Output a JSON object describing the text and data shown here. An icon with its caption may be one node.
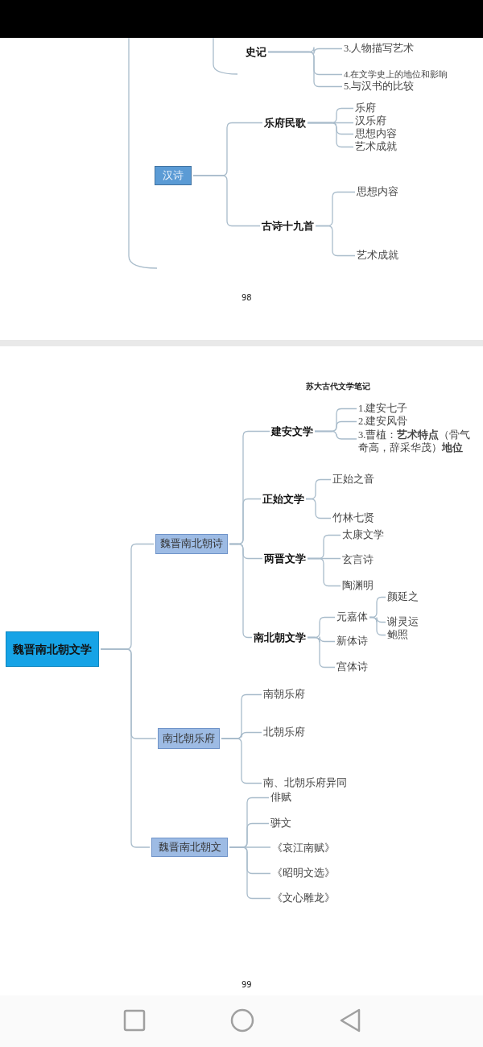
{
  "diagram": {
    "nodes": [
      {
        "text": [
          "史记"
        ]
      },
      {
        "text": [
          "3.人物描写艺术"
        ]
      },
      {
        "text": [
          "4.在文学史上的地位和影响"
        ]
      },
      {
        "text": [
          "5.与汉书的比较"
        ]
      },
      {
        "text": [
          "汉诗"
        ]
      },
      {
        "text": [
          "乐府民歌"
        ]
      },
      {
        "text": [
          "乐府"
        ]
      },
      {
        "text": [
          "汉乐府"
        ]
      },
      {
        "text": [
          "思想内容"
        ]
      },
      {
        "text": [
          "艺术成就"
        ]
      },
      {
        "text": [
          "古诗十九首"
        ]
      },
      {
        "text": [
          "思想内容"
        ]
      },
      {
        "text": [
          "艺术成就"
        ]
      },
      {
        "text": [
          "魏晋南北朝文学"
        ]
      },
      {
        "text": [
          "魏晋南北朝诗"
        ]
      },
      {
        "text": [
          "建安文学"
        ]
      },
      {
        "text": [
          "1.建安七子"
        ]
      },
      {
        "text": [
          "2.建安风骨"
        ]
      },
      {
        "text": [
          "3.曹植：**艺术特点**（骨气奇高，辞采华茂）**地位**"
        ]
      },
      {
        "text": [
          "正始文学"
        ]
      },
      {
        "text": [
          "正始之音"
        ]
      },
      {
        "text": [
          "竹林七贤"
        ]
      },
      {
        "text": [
          "两晋文学"
        ]
      },
      {
        "text": [
          "太康文学"
        ]
      },
      {
        "text": [
          "玄言诗"
        ]
      },
      {
        "text": [
          "陶渊明"
        ]
      },
      {
        "text": [
          "南北朝文学"
        ]
      },
      {
        "text": [
          "元嘉体"
        ]
      },
      {
        "text": [
          "新体诗"
        ]
      },
      {
        "text": [
          "宫体诗"
        ]
      },
      {
        "text": [
          "颜延之"
        ]
      },
      {
        "text": [
          "谢灵运"
        ]
      },
      {
        "text": [
          "鲍照"
        ]
      },
      {
        "text": [
          "南北朝乐府"
        ]
      },
      {
        "text": [
          "南朝乐府"
        ]
      },
      {
        "text": [
          "北朝乐府"
        ]
      },
      {
        "text": [
          "南、北朝乐府异同"
        ]
      },
      {
        "text": [
          "魏晋南北朝文"
        ]
      },
      {
        "text": [
          "俳赋"
        ]
      },
      {
        "text": [
          "骈文"
        ]
      },
      {
        "text": [
          "《哀江南赋》"
        ]
      },
      {
        "text": [
          "《昭明文选》"
        ]
      },
      {
        "text": [
          "《文心雕龙》"
        ]
      }
    ],
    "edges": [
      {
        "from": 0,
        "to": 1,
        "arrow": "none"
      },
      {
        "from": 0,
        "to": 2,
        "arrow": "none"
      },
      {
        "from": 0,
        "to": 3,
        "arrow": "none"
      },
      {
        "from": 4,
        "to": 5,
        "arrow": "none"
      },
      {
        "from": 4,
        "to": 10,
        "arrow": "none"
      },
      {
        "from": 5,
        "to": 6,
        "arrow": "none"
      },
      {
        "from": 5,
        "to": 7,
        "arrow": "none"
      },
      {
        "from": 5,
        "to": 8,
        "arrow": "none"
      },
      {
        "from": 5,
        "to": 9,
        "arrow": "none"
      },
      {
        "from": 10,
        "to": 11,
        "arrow": "none"
      },
      {
        "from": 10,
        "to": 12,
        "arrow": "none"
      },
      {
        "from": 13,
        "to": 14,
        "arrow": "none"
      },
      {
        "from": 13,
        "to": 33,
        "arrow": "none"
      },
      {
        "from": 13,
        "to": 37,
        "arrow": "none"
      },
      {
        "from": 14,
        "to": 15,
        "arrow": "none"
      },
      {
        "from": 14,
        "to": 19,
        "arrow": "none"
      },
      {
        "from": 14,
        "to": 22,
        "arrow": "none"
      },
      {
        "from": 14,
        "to": 26,
        "arrow": "none"
      },
      {
        "from": 15,
        "to": 16,
        "arrow": "none"
      },
      {
        "from": 15,
        "to": 17,
        "arrow": "none"
      },
      {
        "from": 15,
        "to": 18,
        "arrow": "none"
      },
      {
        "from": 19,
        "to": 20,
        "arrow": "none"
      },
      {
        "from": 19,
        "to": 21,
        "arrow": "none"
      },
      {
        "from": 22,
        "to": 23,
        "arrow": "none"
      },
      {
        "from": 22,
        "to": 24,
        "arrow": "none"
      },
      {
        "from": 22,
        "to": 25,
        "arrow": "none"
      },
      {
        "from": 26,
        "to": 27,
        "arrow": "none"
      },
      {
        "from": 26,
        "to": 28,
        "arrow": "none"
      },
      {
        "from": 26,
        "to": 29,
        "arrow": "none"
      },
      {
        "from": 27,
        "to": 30,
        "arrow": "none"
      },
      {
        "from": 27,
        "to": 31,
        "arrow": "none"
      },
      {
        "from": 27,
        "to": 32,
        "arrow": "none"
      },
      {
        "from": 33,
        "to": 34,
        "arrow": "none"
      },
      {
        "from": 33,
        "to": 35,
        "arrow": "none"
      },
      {
        "from": 33,
        "to": 36,
        "arrow": "none"
      },
      {
        "from": 37,
        "to": 38,
        "arrow": "none"
      },
      {
        "from": 37,
        "to": 39,
        "arrow": "none"
      },
      {
        "from": 37,
        "to": 40,
        "arrow": "none"
      },
      {
        "from": 37,
        "to": 41,
        "arrow": "none"
      },
      {
        "from": 37,
        "to": 42,
        "arrow": "none"
      }
    ],
    "labels": [
      "98",
      "苏大古代文学笔记",
      "99"
    ]
  }
}
